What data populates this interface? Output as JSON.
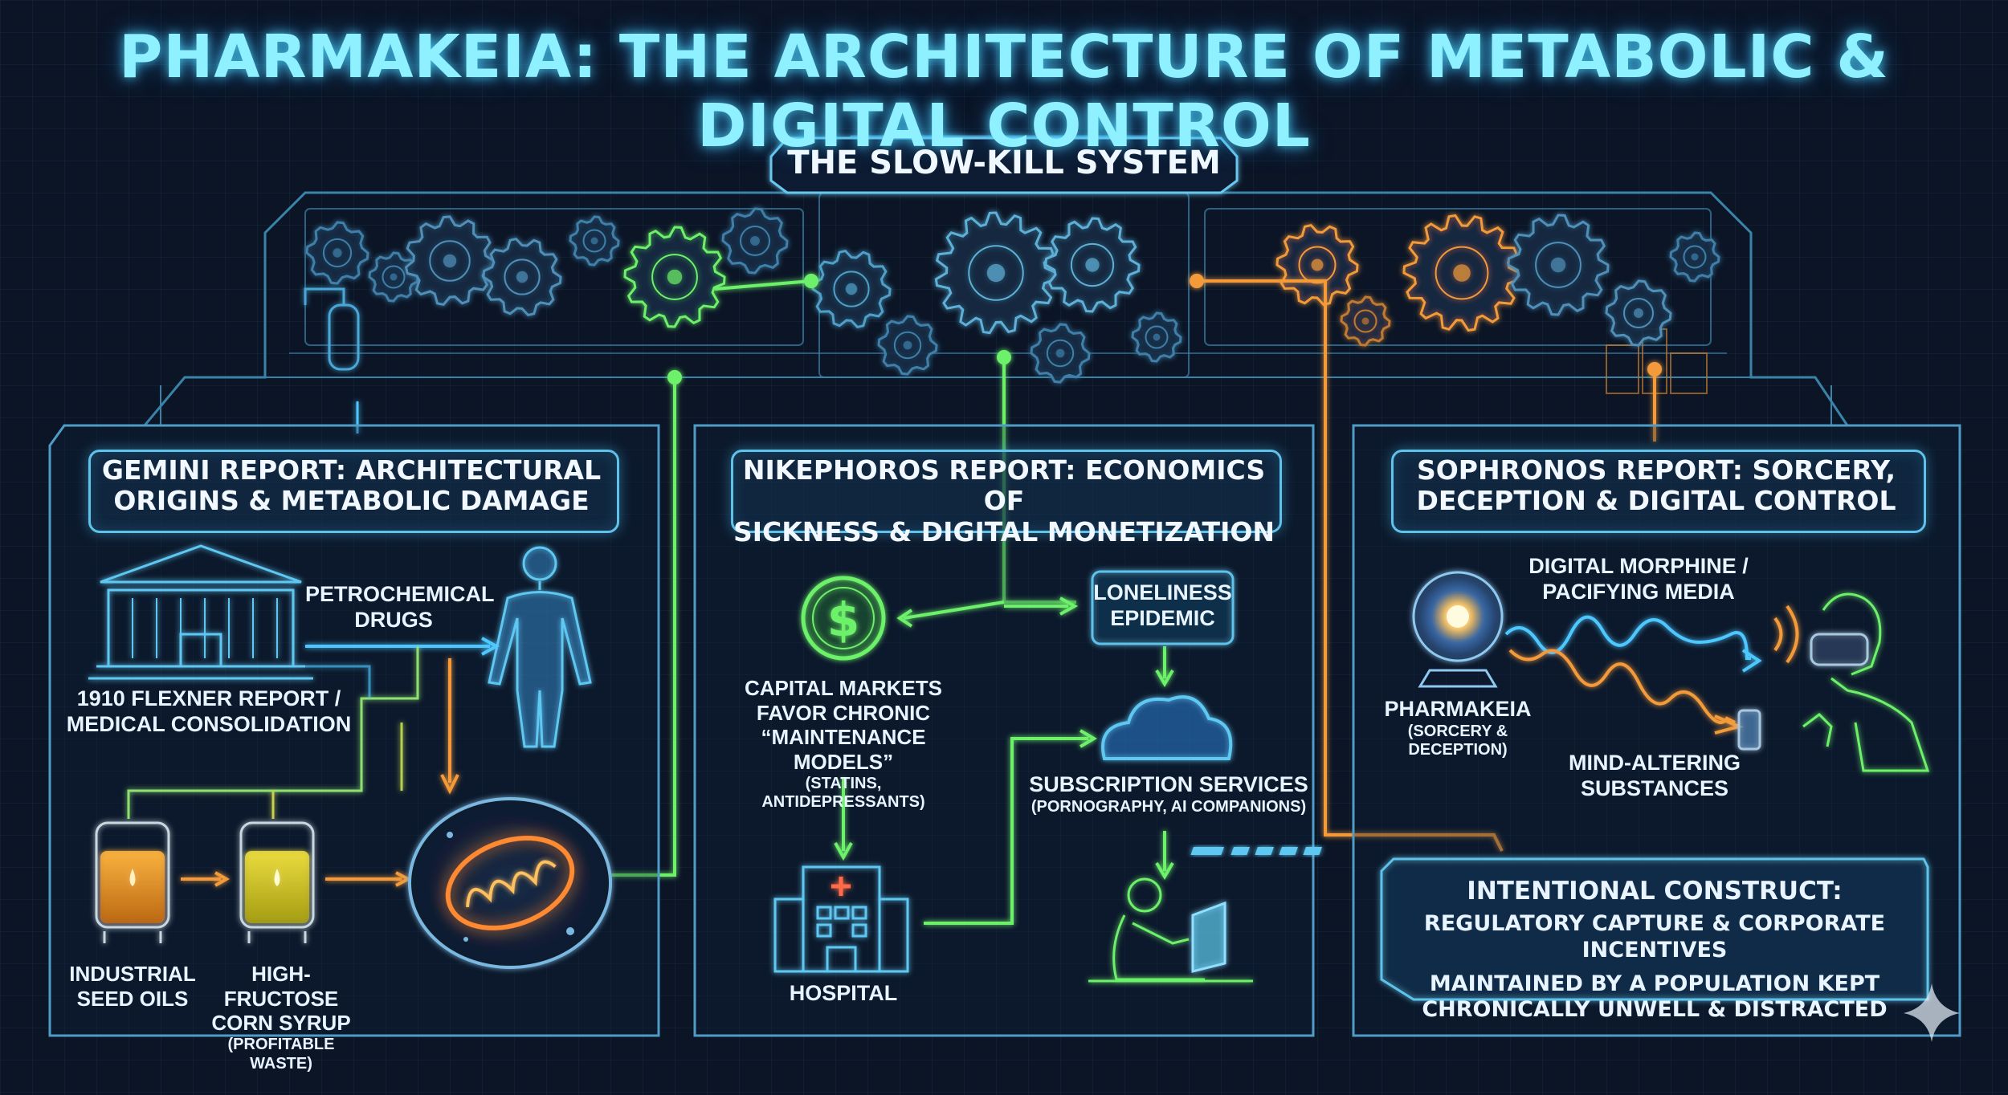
{
  "title": "PHARMAKEIA: THE ARCHITECTURE OF METABOLIC & DIGITAL CONTROL",
  "system_label": "THE SLOW-KILL SYSTEM",
  "panels": {
    "gemini": {
      "header_line1": "GEMINI REPORT: ARCHITECTURAL",
      "header_line2": "ORIGINS & METABOLIC DAMAGE",
      "labels": {
        "petro_line1": "PETROCHEMICAL",
        "petro_line2": "DRUGS",
        "flexner_line1": "1910 FLEXNER REPORT /",
        "flexner_line2": "MEDICAL CONSOLIDATION",
        "seed_line1": "INDUSTRIAL",
        "seed_line2": "SEED OILS",
        "hfcs_line1": "HIGH-FRUCTOSE",
        "hfcs_line2": "CORN SYRUP",
        "hfcs_note": "(PROFITABLE WASTE)"
      }
    },
    "nikephoros": {
      "header_line1": "NIKEPHOROS REPORT: ECONOMICS OF",
      "header_line2": "SICKNESS & DIGITAL MONETIZATION",
      "labels": {
        "capital_line1": "CAPITAL MARKETS",
        "capital_line2": "FAVOR CHRONIC",
        "capital_line3": "“MAINTENANCE MODELS”",
        "capital_note": "(STATINS, ANTIDEPRESSANTS)",
        "lonely_line1": "LONELINESS",
        "lonely_line2": "EPIDEMIC",
        "subs_line1": "SUBSCRIPTION SERVICES",
        "subs_note": "(PORNOGRAPHY, AI COMPANIONS)",
        "hospital": "HOSPITAL"
      }
    },
    "sophronos": {
      "header_line1": "SOPHRONOS REPORT: SORCERY,",
      "header_line2": "DECEPTION & DIGITAL CONTROL",
      "labels": {
        "morphine_line1": "DIGITAL MORPHINE /",
        "morphine_line2": "PACIFYING MEDIA",
        "pharm": "PHARMAKEIA",
        "pharm_note": "(SORCERY & DECEPTION)",
        "mind_line1": "MIND-ALTERING",
        "mind_line2": "SUBSTANCES"
      }
    }
  },
  "construct": {
    "line1": "INTENTIONAL CONSTRUCT:",
    "line2": "REGULATORY CAPTURE & CORPORATE INCENTIVES",
    "line3": "MAINTAINED BY A POPULATION KEPT",
    "line4": "CHRONICALLY UNWELL & DISTRACTED"
  },
  "colors": {
    "cyan": "#5fc2ea",
    "green": "#6df06a",
    "orange": "#f39a3a",
    "title_glow": "#8ff0ff"
  }
}
